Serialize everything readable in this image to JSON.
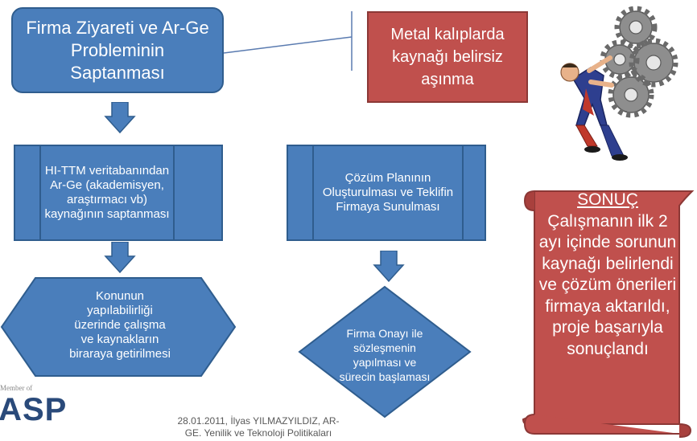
{
  "diagram": {
    "title_box": "Firma Ziyareti ve Ar-Ge Probleminin Saptanması",
    "problem_box": "Metal kalıplarda kaynağı belirsiz aşınma",
    "step_hi_ttm": "HI-TTM veritabanından Ar-Ge (akademisyen, araştırmacı vb) kaynağının saptanması",
    "step_solution_plan": "Çözüm Planının Oluşturulması ve Teklifin Firmaya Sunulması",
    "step_feasibility": "Konunun yapılabilirliği üzerinde çalışma ve kaynakların biraraya getirilmesi",
    "step_approval": "Firma Onayı ile sözleşmenin yapılması ve sürecin başlaması",
    "result_heading": "SONUÇ",
    "result_text": "Çalışmanın ilk 2 ayı içinde sorunun kaynağı belirlendi ve çözüm önerileri firmaya aktarıldı, proje başarıyla sonuçlandı"
  },
  "logo": {
    "small_text": "Member of",
    "large_text": "IASP"
  },
  "footer": {
    "line1": "28.01.2011, İlyas YILMAZYILDIZ, AR-",
    "line2": "GE. Yenilik ve Teknoloji Politikaları"
  },
  "colors": {
    "box_blue": "#4a7ebb",
    "box_blue_border": "#2f5d8e",
    "problem_red": "#c0504d",
    "result_scroll_red": "#c0504d",
    "gear_gray": "#8c8c8c"
  },
  "icons": {
    "clipart": "man-pushing-gears-icon",
    "arrows": "down-arrow-icon"
  }
}
